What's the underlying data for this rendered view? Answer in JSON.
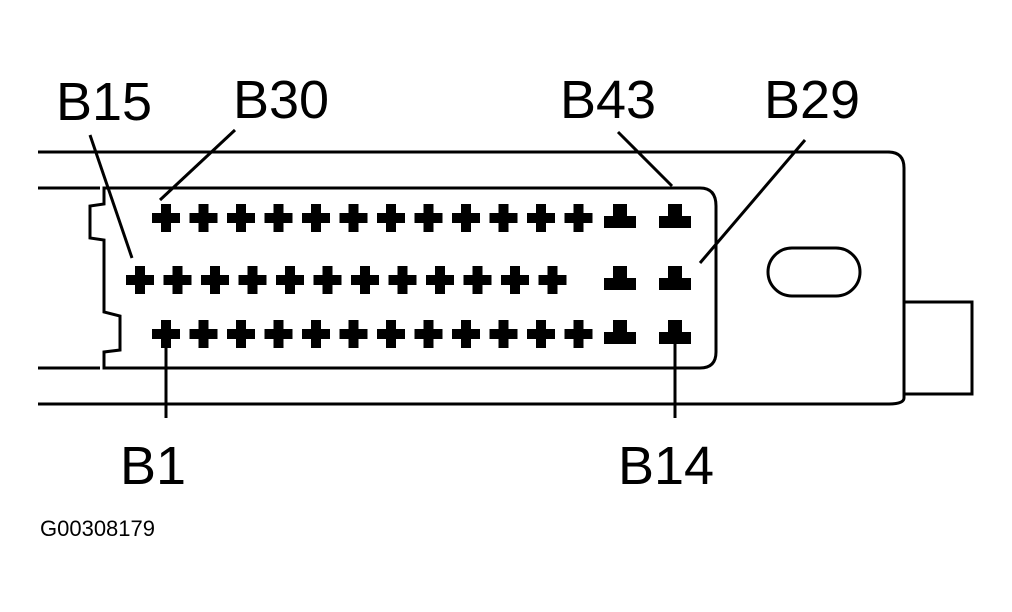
{
  "labels": {
    "b15": "B15",
    "b30": "B30",
    "b43": "B43",
    "b29": "B29",
    "b1": "B1",
    "b14": "B14"
  },
  "figure_id": "G00308179",
  "connector": {
    "rows": [
      {
        "row": "top",
        "pins": [
          "cross",
          "cross",
          "cross",
          "cross",
          "cross",
          "cross",
          "cross",
          "cross",
          "cross",
          "cross",
          "cross",
          "cross",
          "tee",
          "tee"
        ]
      },
      {
        "row": "middle",
        "pins": [
          "cross",
          "cross",
          "cross",
          "cross",
          "cross",
          "cross",
          "cross",
          "cross",
          "cross",
          "cross",
          "cross",
          "cross",
          "tee",
          "tee"
        ]
      },
      {
        "row": "bottom",
        "pins": [
          "cross",
          "cross",
          "cross",
          "cross",
          "cross",
          "cross",
          "cross",
          "cross",
          "cross",
          "cross",
          "cross",
          "cross",
          "tee",
          "tee"
        ]
      }
    ]
  },
  "colors": {
    "ink": "#000000",
    "paper": "#ffffff"
  }
}
